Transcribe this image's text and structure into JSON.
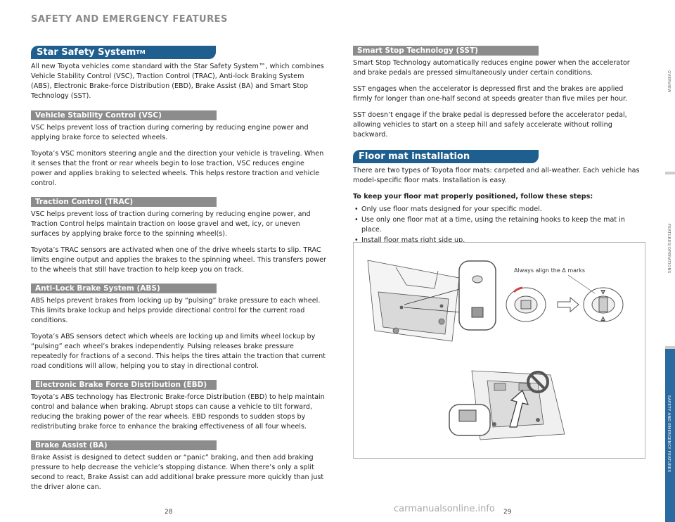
{
  "header": {
    "title": "SAFETY AND EMERGENCY FEATURES"
  },
  "left": {
    "star": {
      "heading": "Star Safety System",
      "tm": "TM",
      "intro": "All new Toyota vehicles come standard with the Star Safety System™, which combines Vehicle Stability Control (VSC), Traction Control (TRAC), Anti-lock Braking System (ABS), Electronic Brake-force Distribution (EBD), Brake Assist (BA) and Smart Stop Technology (SST)."
    },
    "vsc": {
      "heading": "Vehicle Stability Control (VSC)",
      "p1": "VSC helps prevent loss of traction during cornering by reducing engine power and applying brake force to selected wheels.",
      "p2": "Toyota’s VSC monitors steering angle and the direction your vehicle is traveling. When it senses that the front or rear wheels begin to lose traction, VSC reduces engine power and applies braking to selected wheels. This helps restore traction and vehicle control."
    },
    "trac": {
      "heading": "Traction Control (TRAC)",
      "p1": "VSC helps prevent loss of traction during cornering by reducing engine power, and Traction Control helps maintain traction on loose gravel and wet, icy, or uneven surfaces by applying brake force to the spinning wheel(s).",
      "p2": "Toyota’s TRAC sensors are activated when one of the drive wheels starts to slip. TRAC limits engine output and applies the brakes to the spinning wheel. This transfers power to the wheels that still have traction to help keep you on track."
    },
    "abs": {
      "heading": "Anti-Lock Brake System (ABS)",
      "p1": "ABS helps prevent brakes from locking up by “pulsing” brake pressure to each wheel. This limits brake lockup and helps provide directional control for the current road conditions.",
      "p2": "Toyota’s ABS sensors detect which wheels are locking up and limits wheel lockup by “pulsing” each wheel’s brakes independently. Pulsing releases brake pressure repeatedly for fractions of a second. This helps the tires attain the traction that current road conditions will allow, helping you to stay in directional control."
    },
    "ebd": {
      "heading": "Electronic Brake Force Distribution (EBD)",
      "p1": "Toyota’s ABS technology has Electronic Brake-force Distribution (EBD) to help maintain control and balance when braking. Abrupt stops can cause a vehicle to tilt forward, reducing the braking power of the rear wheels. EBD responds to sudden stops by redistributing brake force to enhance the braking effectiveness of all four wheels."
    },
    "ba": {
      "heading": "Brake Assist (BA)",
      "p1": "Brake Assist is designed to detect sudden or “panic” braking, and then add braking pressure to help decrease the vehicle’s stopping distance. When there’s only a split second to react, Brake Assist can add additional brake pressure more quickly than just the driver alone can."
    }
  },
  "right": {
    "sst": {
      "heading": "Smart Stop Technology (SST)",
      "p1": "Smart Stop Technology automatically reduces engine power when the accelerator and brake pedals are pressed simultaneously under certain conditions.",
      "p2": "SST engages when the accelerator is depressed first and the brakes are applied firmly for longer than one-half second at speeds greater than five miles per hour.",
      "p3": "SST doesn’t engage if the brake pedal is depressed before the accelerator pedal, allowing vehicles to start on a steep hill and safely accelerate without rolling backward."
    },
    "floor": {
      "heading": "Floor mat installation",
      "p1": "There are two types of Toyota floor mats: carpeted and all-weather. Each vehicle has model-specific floor mats. Installation is easy.",
      "steps_heading": "To keep your floor mat properly positioned, follow these steps:",
      "steps": [
        "Only use floor mats designed for your specific model.",
        "Use only one floor mat at a time, using the retaining hooks to keep the mat in place.",
        "Install floor mats right side up."
      ],
      "figure_caption": "Always align the Δ marks"
    }
  },
  "sidebar": {
    "tabs": [
      "OVERVIEW",
      "FEATURES/OPERATIONS",
      "SAFETY AND EMERGENCY FEATURES"
    ],
    "active_color": "#2a6aa0"
  },
  "footer": {
    "page_left": "28",
    "page_right": "29",
    "watermark": "carmanualsonline.info"
  }
}
